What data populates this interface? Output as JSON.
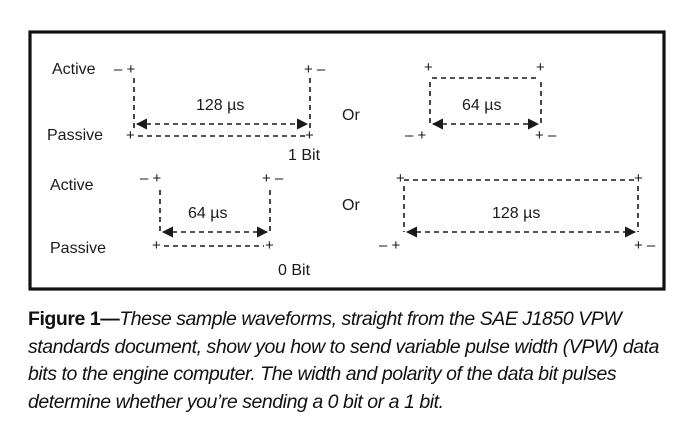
{
  "diagram": {
    "top_row": {
      "active_label": "Active",
      "passive_label": "Passive",
      "left_duration": "128 µs",
      "or_label": "Or",
      "right_duration": "64 µs",
      "bit_label": "1 Bit"
    },
    "bottom_row": {
      "active_label": "Active",
      "passive_label": "Passive",
      "left_duration": "64 µs",
      "or_label": "Or",
      "right_duration": "128 µs",
      "bit_label": "0 Bit"
    }
  },
  "caption": {
    "figure_label": "Figure 1—",
    "text": "These sample waveforms, straight from the SAE J1850 VPW standards document, show you how to send variable pulse width (VPW) data bits to the engine computer. The width and polarity of the data bit pulses determine whether you’re sending a 0 bit or a 1 bit."
  }
}
